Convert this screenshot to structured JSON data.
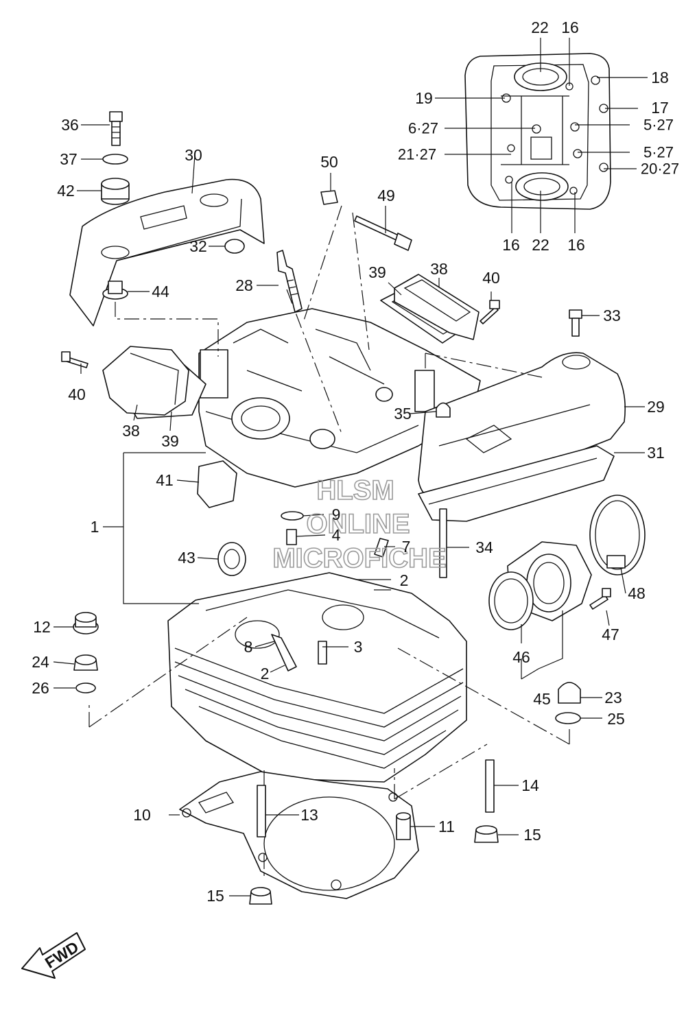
{
  "labels": {
    "p1": "1",
    "p2a": "2",
    "p2b": "2",
    "p3": "3",
    "p4": "4",
    "p5a": "5·27",
    "p5b": "5·27",
    "p6": "6·27",
    "p7": "7",
    "p8": "8",
    "p9": "9",
    "p10": "10",
    "p11": "11",
    "p12": "12",
    "p13": "13",
    "p14": "14",
    "p15a": "15",
    "p15b": "15",
    "p16a": "16",
    "p16b": "16",
    "p16c": "16",
    "p17": "17",
    "p18": "18",
    "p19": "19",
    "p20": "20·27",
    "p21": "21·27",
    "p22a": "22",
    "p22b": "22",
    "p23": "23",
    "p24": "24",
    "p25": "25",
    "p26": "26",
    "p28": "28",
    "p29": "29",
    "p30": "30",
    "p31": "31",
    "p32": "32",
    "p33": "33",
    "p34": "34",
    "p35": "35",
    "p36": "36",
    "p37": "37",
    "p38a": "38",
    "p38b": "38",
    "p39a": "39",
    "p39b": "39",
    "p40a": "40",
    "p40b": "40",
    "p41": "41",
    "p42": "42",
    "p43": "43",
    "p44": "44",
    "p45": "45",
    "p46": "46",
    "p47": "47",
    "p48": "48",
    "p49": "49",
    "p50": "50"
  },
  "watermark": {
    "line1": "HLSM",
    "line2": "ONLINE",
    "line3": "MICROFICHE"
  },
  "fwd_label": "FWD"
}
